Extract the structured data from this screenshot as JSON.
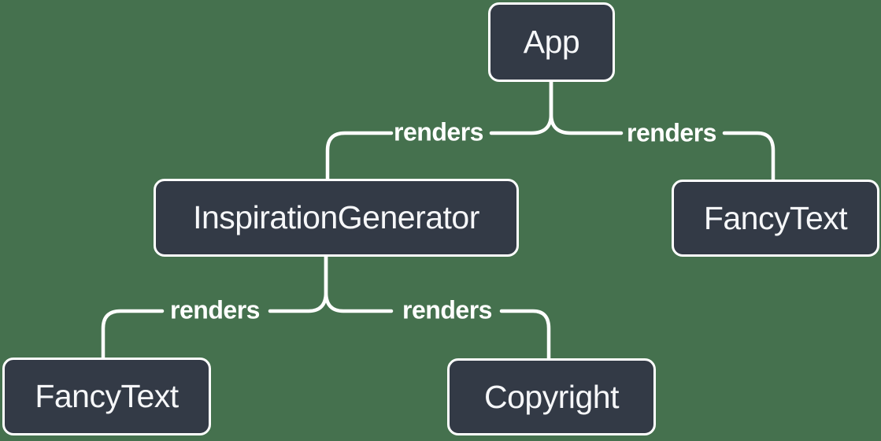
{
  "colors": {
    "background": "#45714E",
    "node_fill": "#333A46",
    "node_border": "#FFFFFF",
    "node_text": "#F6F7F9",
    "connector_line": "#FFFFFF",
    "edge_label_text": "#FFFFFF"
  },
  "nodes": [
    {
      "id": "app",
      "label": "App"
    },
    {
      "id": "inspiration_generator",
      "label": "InspirationGenerator"
    },
    {
      "id": "fancy_text_top",
      "label": "FancyText"
    },
    {
      "id": "fancy_text_bottom",
      "label": "FancyText"
    },
    {
      "id": "copyright",
      "label": "Copyright"
    }
  ],
  "edges": [
    {
      "from": "app",
      "to": "inspiration_generator",
      "label": "renders"
    },
    {
      "from": "app",
      "to": "fancy_text_top",
      "label": "renders"
    },
    {
      "from": "inspiration_generator",
      "to": "fancy_text_bottom",
      "label": "renders"
    },
    {
      "from": "inspiration_generator",
      "to": "copyright",
      "label": "renders"
    }
  ]
}
